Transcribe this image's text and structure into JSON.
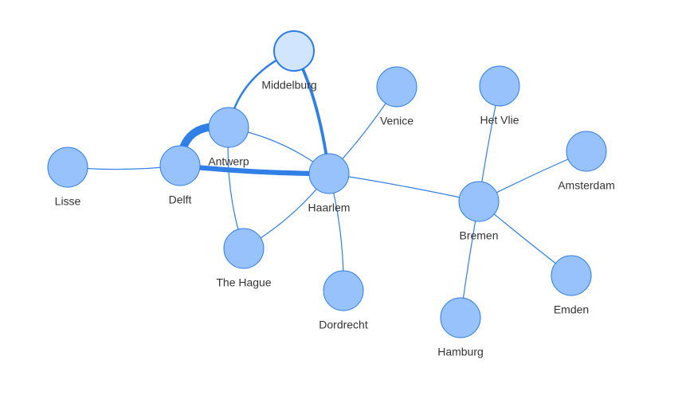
{
  "nodes": [
    {
      "id": "middelburg",
      "label": "Middelburg",
      "selected": true
    },
    {
      "id": "antwerp",
      "label": "Antwerp"
    },
    {
      "id": "delft",
      "label": "Delft"
    },
    {
      "id": "lisse",
      "label": "Lisse"
    },
    {
      "id": "haarlem",
      "label": "Haarlem"
    },
    {
      "id": "venice",
      "label": "Venice"
    },
    {
      "id": "the-hague",
      "label": "The Hague"
    },
    {
      "id": "dordrecht",
      "label": "Dordrecht"
    },
    {
      "id": "bremen",
      "label": "Bremen"
    },
    {
      "id": "het-vlie",
      "label": "Het Vlie"
    },
    {
      "id": "amsterdam",
      "label": "Amsterdam"
    },
    {
      "id": "emden",
      "label": "Emden"
    },
    {
      "id": "hamburg",
      "label": "Hamburg"
    }
  ],
  "edges": [
    {
      "from": "delft",
      "to": "antwerp",
      "weight": 8
    },
    {
      "from": "delft",
      "to": "haarlem",
      "weight": 5
    },
    {
      "from": "middelburg",
      "to": "haarlem",
      "weight": 3
    },
    {
      "from": "middelburg",
      "to": "antwerp",
      "weight": 2
    },
    {
      "from": "lisse",
      "to": "delft",
      "weight": 1
    },
    {
      "from": "antwerp",
      "to": "haarlem",
      "weight": 1
    },
    {
      "from": "antwerp",
      "to": "the-hague",
      "weight": 1
    },
    {
      "from": "the-hague",
      "to": "haarlem",
      "weight": 1
    },
    {
      "from": "haarlem",
      "to": "venice",
      "weight": 1
    },
    {
      "from": "haarlem",
      "to": "dordrecht",
      "weight": 1
    },
    {
      "from": "haarlem",
      "to": "bremen",
      "weight": 1
    },
    {
      "from": "bremen",
      "to": "het-vlie",
      "weight": 1
    },
    {
      "from": "bremen",
      "to": "amsterdam",
      "weight": 1
    },
    {
      "from": "bremen",
      "to": "emden",
      "weight": 1
    },
    {
      "from": "bremen",
      "to": "hamburg",
      "weight": 1
    }
  ],
  "colors": {
    "node_fill": "#97c2fc",
    "node_border": "#2b7ce9",
    "selected_fill": "#d2e5ff",
    "edge": "#2f7fe6",
    "label": "#343434"
  }
}
